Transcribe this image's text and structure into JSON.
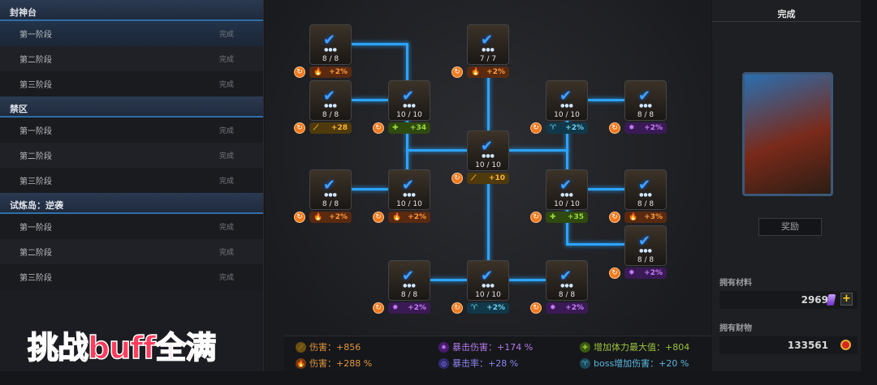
{
  "sidebar": {
    "sections": [
      {
        "title": "封神台",
        "items": [
          {
            "label": "第一阶段",
            "status": "完成"
          },
          {
            "label": "第二阶段",
            "status": "完成"
          },
          {
            "label": "第三阶段",
            "status": "完成"
          }
        ]
      },
      {
        "title": "禁区",
        "items": [
          {
            "label": "第一阶段",
            "status": "完成"
          },
          {
            "label": "第二阶段",
            "status": "完成"
          },
          {
            "label": "第三阶段",
            "status": "完成"
          }
        ]
      },
      {
        "title": "试炼岛：逆袭",
        "items": [
          {
            "label": "第一阶段",
            "status": "完成"
          },
          {
            "label": "第二阶段",
            "status": "完成"
          },
          {
            "label": "第三阶段",
            "status": "完成"
          }
        ]
      }
    ]
  },
  "banner": "挑战buff全满",
  "nodes": [
    {
      "count": "8 / 8",
      "type": "fire",
      "bonus": "+2%"
    },
    {
      "count": "7 / 7",
      "type": "fire",
      "bonus": "+2%"
    },
    {
      "count": "8 / 8",
      "type": "sword",
      "bonus": "+28"
    },
    {
      "count": "10 / 10",
      "type": "green",
      "bonus": "+34"
    },
    {
      "count": "10 / 10",
      "type": "boss",
      "bonus": "+2%"
    },
    {
      "count": "8 / 8",
      "type": "crit",
      "bonus": "+2%"
    },
    {
      "count": "10 / 10",
      "type": "sword",
      "bonus": "+10"
    },
    {
      "count": "8 / 8",
      "type": "fire",
      "bonus": "+2%"
    },
    {
      "count": "10 / 10",
      "type": "fire",
      "bonus": "+2%"
    },
    {
      "count": "10 / 10",
      "type": "green",
      "bonus": "+35"
    },
    {
      "count": "8 / 8",
      "type": "fire",
      "bonus": "+3%"
    },
    {
      "count": "8 / 8",
      "type": "crit",
      "bonus": "+2%"
    },
    {
      "count": "8 / 8",
      "type": "crit",
      "bonus": "+2%"
    },
    {
      "count": "10 / 10",
      "type": "boss",
      "bonus": "+2%"
    },
    {
      "count": "8 / 8",
      "type": "crit",
      "bonus": "+2%"
    }
  ],
  "stats": [
    {
      "text": "伤害：+856",
      "type": "sword",
      "color": "#e0953a"
    },
    {
      "text": "伤害：+288 %",
      "type": "fire",
      "color": "#e0953a"
    },
    {
      "text": "暴击伤害：+174 %",
      "type": "crit",
      "color": "#b27ae8"
    },
    {
      "text": "暴击率：+28 %",
      "type": "critrate",
      "color": "#8a86f0"
    },
    {
      "text": "增加体力最大值：+804",
      "type": "green",
      "color": "#9cc43a"
    },
    {
      "text": "boss增加伤害：+20 %",
      "type": "boss",
      "color": "#5ab8e0"
    }
  ],
  "right": {
    "title": "完成",
    "reward_button": "奖励",
    "materials_label": "拥有材料",
    "materials_value": "2969",
    "wealth_label": "拥有财物",
    "wealth_value": "133561"
  }
}
